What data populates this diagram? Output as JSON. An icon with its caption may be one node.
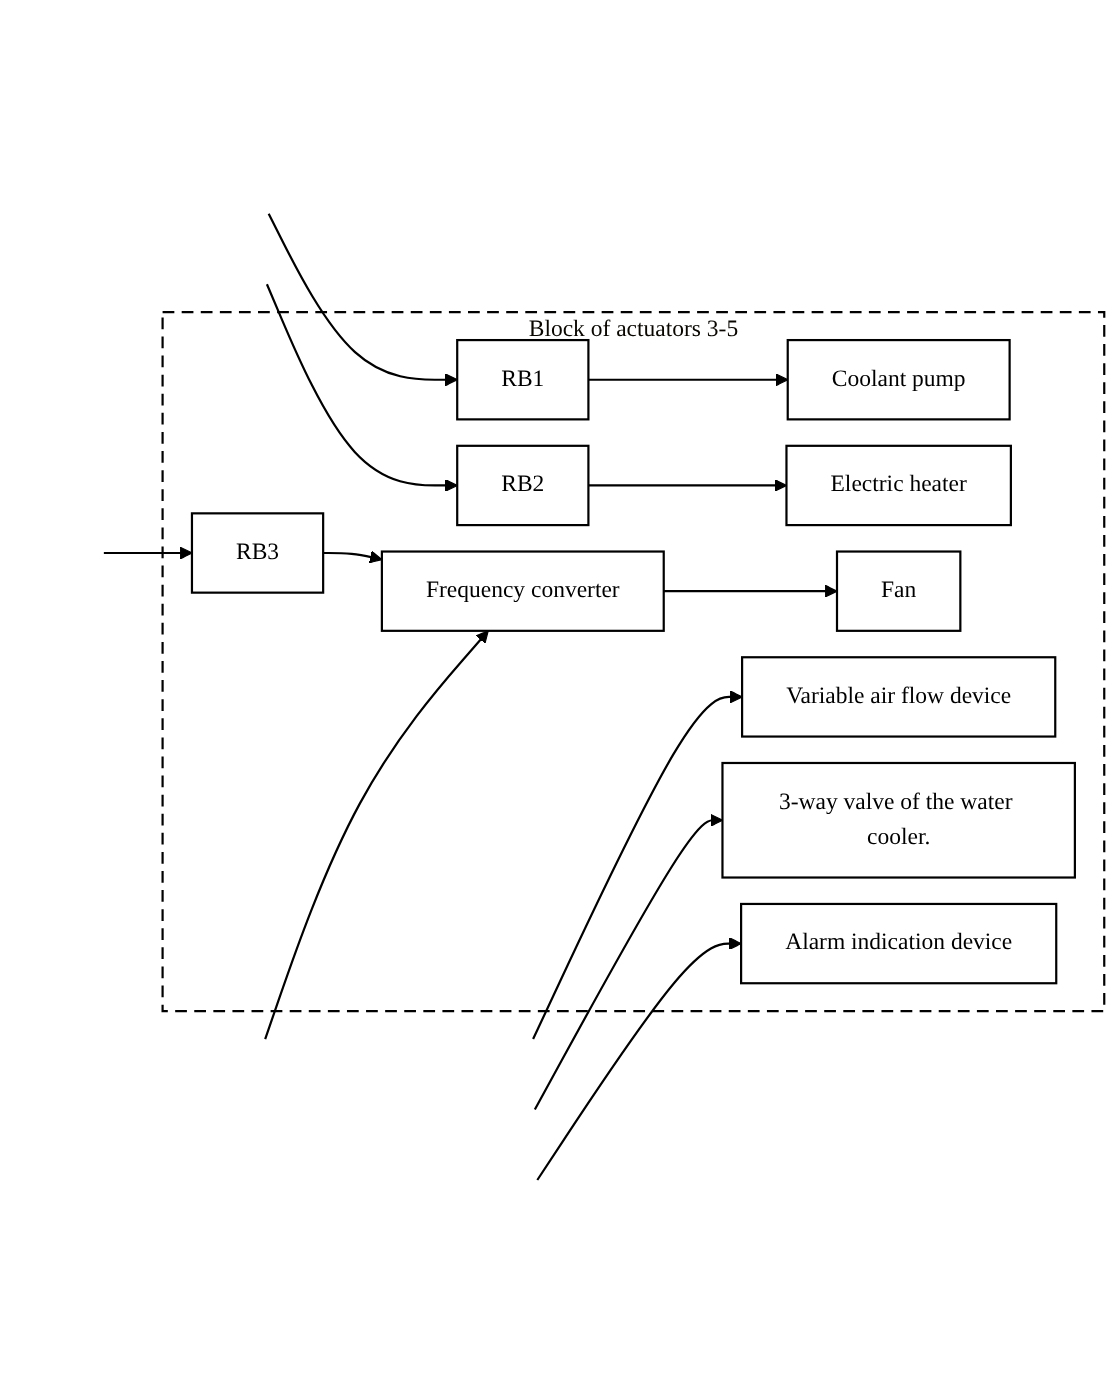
{
  "diagram": {
    "nodes": [
      {
        "text": [
          "Block of actuators 3-5"
        ]
      },
      {
        "text": [
          "RB1"
        ],
        "in": 0
      },
      {
        "text": [
          "Coolant pump"
        ],
        "in": 0
      },
      {
        "text": [
          "RB2"
        ],
        "in": 0
      },
      {
        "text": [
          "Electric heater"
        ],
        "in": 0
      },
      {
        "text": [
          "RB3"
        ],
        "in": 0
      },
      {
        "text": [
          "Frequency converter"
        ],
        "in": 0
      },
      {
        "text": [
          "Fan"
        ],
        "in": 0
      },
      {
        "text": [
          "Variable air flow device"
        ],
        "in": 0
      },
      {
        "text": [
          "3-way valve of the water cooler."
        ],
        "in": 0
      },
      {
        "text": [
          "Alarm indication device"
        ],
        "in": 0
      }
    ],
    "edges": [
      {
        "from": null,
        "to": 1,
        "arrow": "to"
      },
      {
        "from": 1,
        "to": 2,
        "arrow": "to"
      },
      {
        "from": null,
        "to": 3,
        "arrow": "to"
      },
      {
        "from": 3,
        "to": 4,
        "arrow": "to"
      },
      {
        "from": null,
        "to": 5,
        "arrow": "to"
      },
      {
        "from": 5,
        "to": 6,
        "arrow": "to"
      },
      {
        "from": null,
        "to": 6,
        "arrow": "to"
      },
      {
        "from": 6,
        "to": 7,
        "arrow": "to"
      },
      {
        "from": null,
        "to": 8,
        "arrow": "to"
      },
      {
        "from": null,
        "to": 9,
        "arrow": "to"
      },
      {
        "from": null,
        "to": 10,
        "arrow": "to"
      }
    ]
  }
}
